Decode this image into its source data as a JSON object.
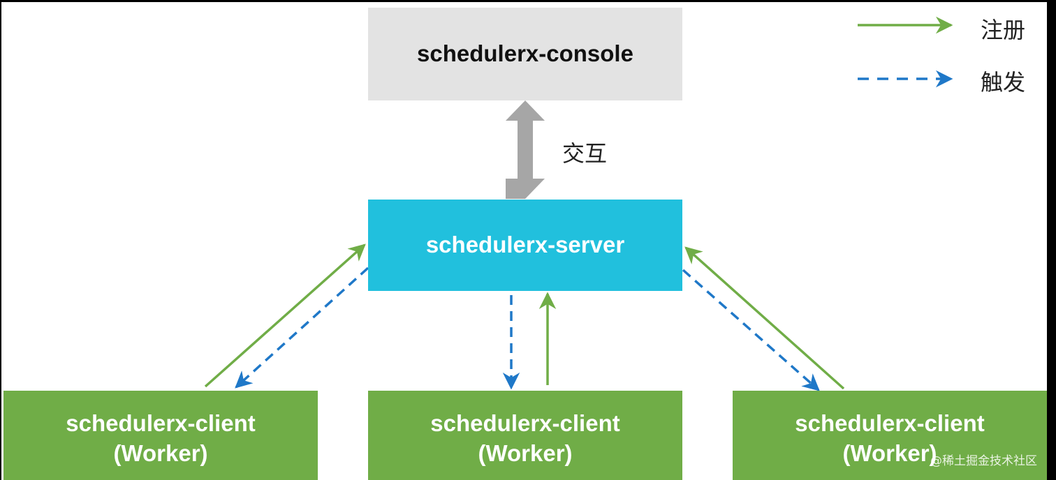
{
  "nodes": {
    "console": "schedulerx-console",
    "server": "schedulerx-server",
    "clients": [
      {
        "name": "schedulerx-client",
        "role": "(Worker)"
      },
      {
        "name": "schedulerx-client",
        "role": "(Worker)"
      },
      {
        "name": "schedulerx-client",
        "role": "(Worker)"
      }
    ]
  },
  "edges": {
    "interaction_label": "交互"
  },
  "legend": {
    "register": "注册",
    "trigger": "触发"
  },
  "colors": {
    "console_fill": "#e3e3e3",
    "server_fill": "#21c0dd",
    "client_fill": "#70ad47",
    "register_arrow": "#70ad47",
    "trigger_arrow": "#1f78c8",
    "interaction_arrow": "#a6a6a6"
  },
  "watermark": "@稀土掘金技术社区"
}
